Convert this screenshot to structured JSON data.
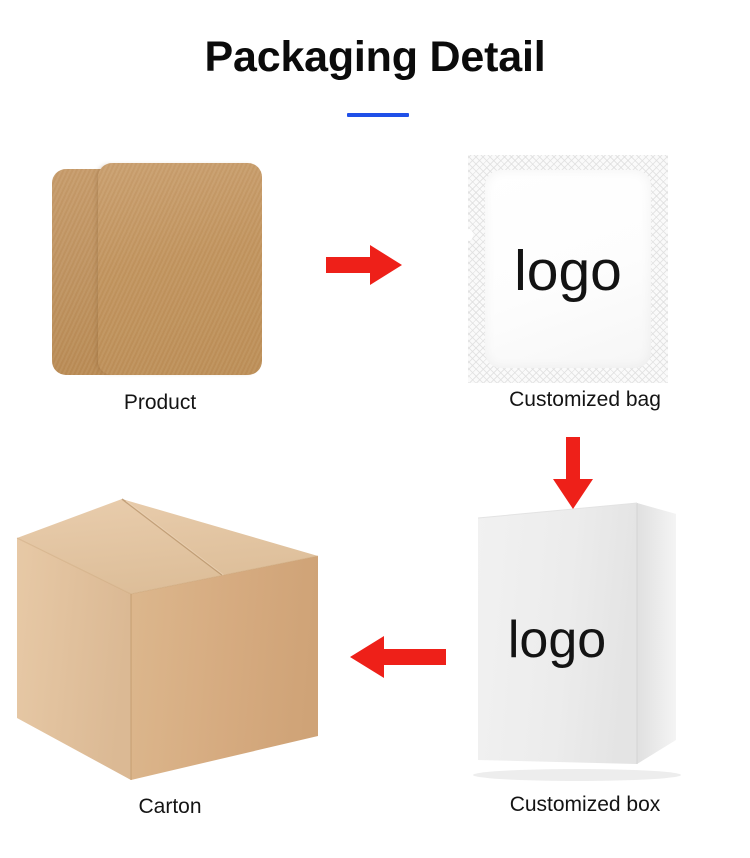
{
  "header": {
    "title": "Packaging Detail",
    "accent_color": "#2050e8"
  },
  "colors": {
    "arrow_red": "#ee2019",
    "kraft_light": "#e6c9a8",
    "kraft_mid": "#e4c3a0",
    "kraft_dark": "#d6ab80",
    "product_kraft": "#c49a6c",
    "box_white_front": "#ededed",
    "box_white_side": "#f7f7f7",
    "text": "#141414"
  },
  "steps": [
    {
      "id": "product",
      "caption": "Product",
      "art": "kraft-cards"
    },
    {
      "id": "customized-bag",
      "caption": "Customized bag",
      "art": "sachet-pouch",
      "logo_text": "logo"
    },
    {
      "id": "carton",
      "caption": "Carton",
      "art": "corrugated-carton"
    },
    {
      "id": "customized-box",
      "caption": "Customized box",
      "art": "white-box",
      "logo_text": "logo"
    }
  ],
  "arrows": [
    {
      "id": "product-to-bag",
      "direction": "right",
      "icon": "arrow-right-icon"
    },
    {
      "id": "bag-to-box",
      "direction": "down",
      "icon": "arrow-down-icon"
    },
    {
      "id": "box-to-carton",
      "direction": "left",
      "icon": "arrow-left-icon"
    }
  ]
}
